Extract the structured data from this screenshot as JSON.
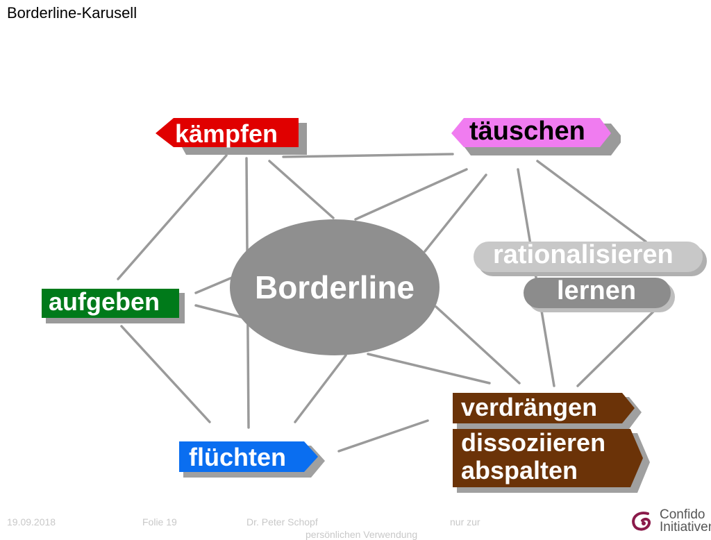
{
  "title": "Borderline-Karusell",
  "center": {
    "label": "Borderline",
    "color": "#8f8f8f"
  },
  "nodes": {
    "kaempfen": {
      "label": "kämpfen",
      "color": "#e00000"
    },
    "taeuschen": {
      "label": "täuschen",
      "color": "#f07cf0"
    },
    "aufgeben": {
      "label": "aufgeben",
      "color": "#007a1a"
    },
    "rationalisieren": {
      "label": "rationalisieren",
      "color": "#c8c8c8"
    },
    "lernen": {
      "label": "lernen",
      "color": "#8c8c8c"
    },
    "verdraengen": {
      "label": "verdrängen",
      "color": "#6b3308"
    },
    "dissoziieren": {
      "line1": "dissoziieren",
      "line2": "abspalten",
      "color": "#6b3308"
    },
    "fluechten": {
      "label": "flüchten",
      "color": "#0a6ef0"
    }
  },
  "footer": {
    "date": "19.09.2018",
    "slide": "Folie 19",
    "author": "Dr. Peter Schopf",
    "note": "nur zur",
    "note2": "persönlichen Verwendung"
  },
  "logo": {
    "line1": "Confido",
    "line2": "Initiativen",
    "accent": "#8a1a4a"
  }
}
